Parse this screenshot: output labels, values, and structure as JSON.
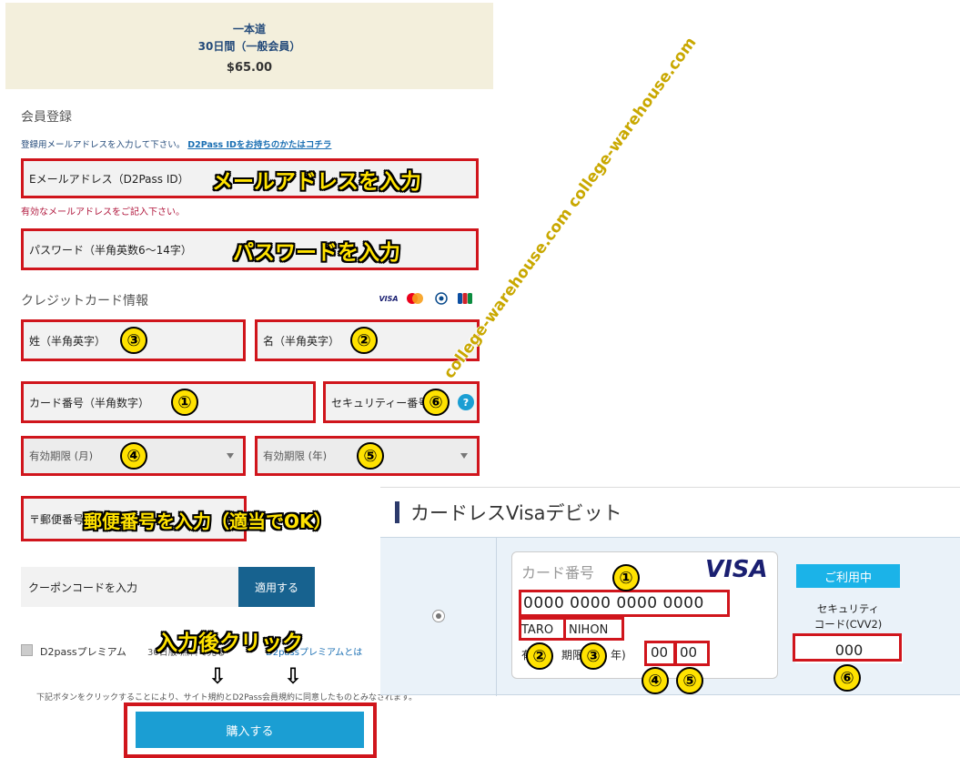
{
  "plan": {
    "name": "一本道",
    "duration": "30日間（一般会員）",
    "price": "$65.00"
  },
  "member": {
    "section_title": "会員登録",
    "hint": "登録用メールアドレスを入力して下さい。",
    "hint_link": "D2Pass IDをお持ちのかたはコチラ",
    "email_placeholder": "Eメールアドレス（D2Pass ID）",
    "email_annotation": "メールアドレスを入力",
    "email_error": "有効なメールアドレスをご記入下さい。",
    "password_placeholder": "パスワード（半角英数6～14字）",
    "password_annotation": "パスワードを入力"
  },
  "credit": {
    "section_title": "クレジットカード情報",
    "logos": [
      "VISA",
      "MC",
      "DC",
      "JCB"
    ],
    "last_name": "姓（半角英字）",
    "first_name": "名（半角英字）",
    "card_number": "カード番号（半角数字）",
    "security_code": "セキュリティー番号",
    "help_icon": "?",
    "exp_month": "有効期限 (月)",
    "exp_year": "有効期限 (年)",
    "postal": "〒郵便番号",
    "postal_annotation": "郵便番号を入力（適当でOK）"
  },
  "coupon": {
    "placeholder": "クーポンコードを入力",
    "button": "適用する"
  },
  "premium": {
    "label": "D2passプレミアム",
    "desc": "30日版 無料で見る",
    "link": "D2passプレミアムとは"
  },
  "click_annotation": "入力後クリック",
  "arrows": [
    "⇩",
    "⇩"
  ],
  "terms": "下記ボタンをクリックすることにより、サイト規約とD2Pass会員規約に同意したものとみなされます。",
  "buy_button": "購入する",
  "watermark": "college-warehouse.com college-warehouse.com",
  "numbers": {
    "n1": "①",
    "n2": "②",
    "n3": "③",
    "n4": "④",
    "n5": "⑤",
    "n6": "⑥"
  },
  "visa_panel": {
    "title": "カードレスVisaデビット",
    "card_label": "カード番号",
    "brand": "VISA",
    "card_number": "0000 0000 0000 0000",
    "first_name": "TARO",
    "last_name": "NIHON",
    "exp_label_left": "有",
    "exp_label_mid": "期限",
    "exp_label_right": "年)",
    "exp_month": "00",
    "exp_year": "00",
    "status": "ご利用中",
    "cvv_label": "セキュリティ\nコード(CVV2)",
    "cvv": "000"
  }
}
